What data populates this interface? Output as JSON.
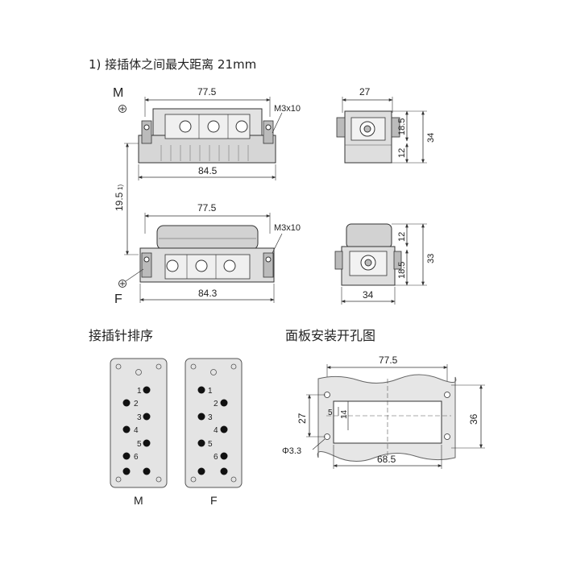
{
  "note": "1) 接插体之间最大距离 21mm",
  "sections": {
    "pin_order": "接插针排序",
    "panel_cutout": "面板安装开孔图"
  },
  "top_front": {
    "label_m": "M",
    "width_top": "77.5",
    "width_bottom": "84.5",
    "screw": "M3x10",
    "gap": "19.5",
    "gap_note": "1)"
  },
  "bottom_front": {
    "label_f": "F",
    "width_top": "77.5",
    "width_bottom": "84.3",
    "screw": "M3x10"
  },
  "top_side": {
    "width": "27",
    "dims": [
      "18.5",
      "12",
      "34"
    ]
  },
  "bottom_side": {
    "width": "34",
    "dims": [
      "12",
      "18.5",
      "33"
    ]
  },
  "pins": {
    "m_label": "M",
    "f_label": "F",
    "numbers": [
      "1",
      "2",
      "3",
      "4",
      "5",
      "6"
    ]
  },
  "cutout": {
    "width_top": "77.5",
    "width_bottom": "68.5",
    "height_inner": "27",
    "height_outer": "36",
    "d1": "5",
    "d2": "14",
    "hole": "Φ3.3"
  },
  "colors": {
    "housing": "#d9d9d9",
    "line": "#333333",
    "panel": "#e6e6e6"
  }
}
